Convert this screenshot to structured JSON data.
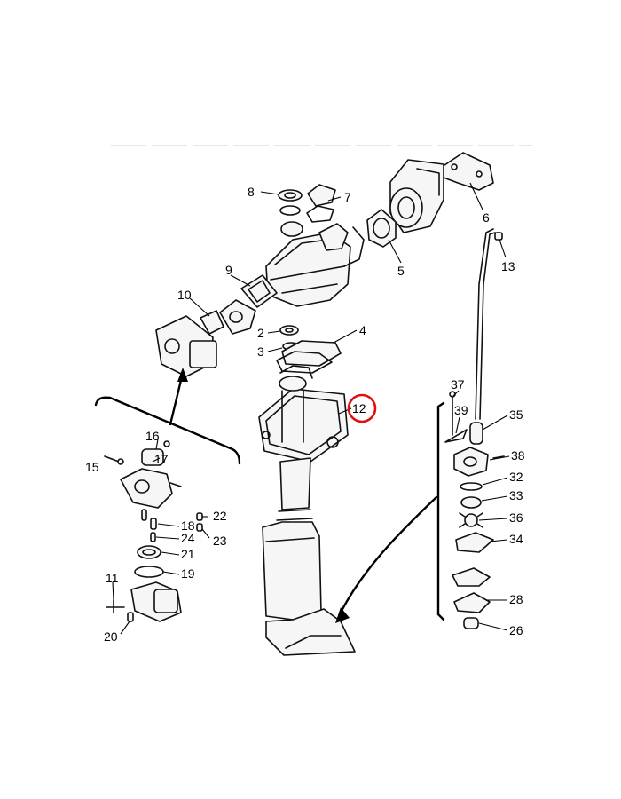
{
  "diagram": {
    "highlight_color": "#e01010",
    "highlighted_part": "12",
    "callouts": [
      {
        "id": "p8",
        "number": "8"
      },
      {
        "id": "p7",
        "number": "7"
      },
      {
        "id": "p6",
        "number": "6"
      },
      {
        "id": "p5",
        "number": "5"
      },
      {
        "id": "p13",
        "number": "13"
      },
      {
        "id": "p9",
        "number": "9"
      },
      {
        "id": "p10",
        "number": "10"
      },
      {
        "id": "p2",
        "number": "2"
      },
      {
        "id": "p3",
        "number": "3"
      },
      {
        "id": "p4",
        "number": "4"
      },
      {
        "id": "p12",
        "number": "12"
      },
      {
        "id": "p37",
        "number": "37"
      },
      {
        "id": "p39",
        "number": "39"
      },
      {
        "id": "p35",
        "number": "35"
      },
      {
        "id": "p38",
        "number": "38"
      },
      {
        "id": "p32",
        "number": "32"
      },
      {
        "id": "p33",
        "number": "33"
      },
      {
        "id": "p36",
        "number": "36"
      },
      {
        "id": "p34",
        "number": "34"
      },
      {
        "id": "p28",
        "number": "28"
      },
      {
        "id": "p26",
        "number": "26"
      },
      {
        "id": "p16",
        "number": "16"
      },
      {
        "id": "p17",
        "number": "17"
      },
      {
        "id": "p15",
        "number": "15"
      },
      {
        "id": "p22",
        "number": "22"
      },
      {
        "id": "p18",
        "number": "18"
      },
      {
        "id": "p23",
        "number": "23"
      },
      {
        "id": "p24",
        "number": "24"
      },
      {
        "id": "p21",
        "number": "21"
      },
      {
        "id": "p19",
        "number": "19"
      },
      {
        "id": "p11",
        "number": "11"
      },
      {
        "id": "p20",
        "number": "20"
      }
    ]
  }
}
